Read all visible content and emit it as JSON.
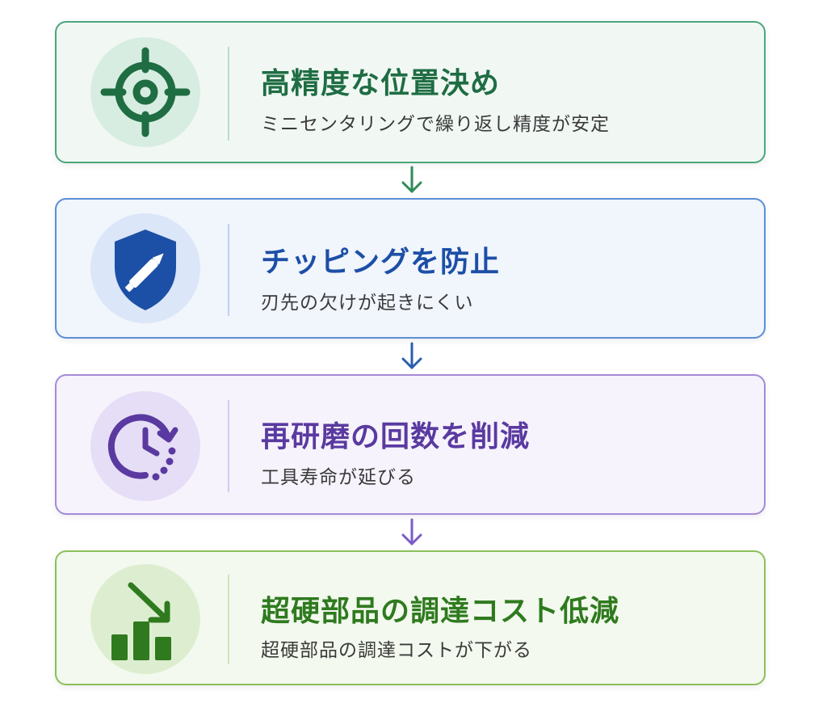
{
  "steps": [
    {
      "title": "高精度な位置決め",
      "subtitle": "ミニセンタリングで繰り返し精度が安定",
      "icon": "crosshair-target-icon",
      "accent_color": "#1f6d43"
    },
    {
      "title": "チッピングを防止",
      "subtitle": "刃先の欠けが起きにくい",
      "icon": "shield-tool-icon",
      "accent_color": "#1c4fa6"
    },
    {
      "title": "再研磨の回数を削減",
      "subtitle": "工具寿命が延びる",
      "icon": "clock-cycle-icon",
      "accent_color": "#5a3aa0"
    },
    {
      "title": "超硬部品の調達コスト低減",
      "subtitle": "超硬部品の調達コストが下がる",
      "icon": "declining-bar-chart-icon",
      "accent_color": "#2f7a1f"
    }
  ],
  "arrow_colors": [
    "#2e8b57",
    "#2a5db0",
    "#7a5cc8"
  ]
}
